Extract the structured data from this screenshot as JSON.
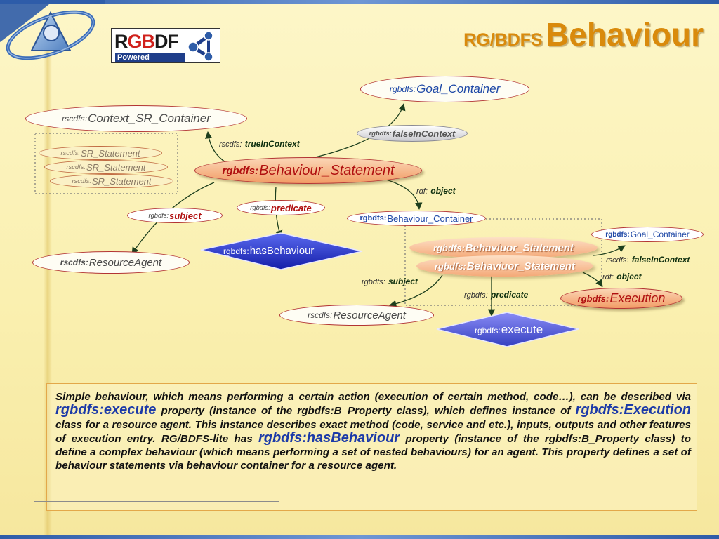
{
  "title": {
    "prefix": "RG/BDFS",
    "main": "Behaviour"
  },
  "logo": {
    "brand_r": "R",
    "brand_g": "GB",
    "brand_df": "DF",
    "powered": "Powered"
  },
  "nodes": {
    "goal_container": {
      "prefix": "rgbdfs:",
      "name": "Goal_Container"
    },
    "context_container": {
      "prefix": "rscdfs:",
      "name": "Context_SR_Container"
    },
    "sr_statement_1": {
      "prefix": "rscdfs:",
      "name": "SR_Statement"
    },
    "sr_statement_2": {
      "prefix": "rscdfs:",
      "name": "SR_Statement"
    },
    "sr_statement_3": {
      "prefix": "rscdfs:",
      "name": "SR_Statement"
    },
    "false_in_context": {
      "prefix": "rgbdfs:",
      "name": "falseInContext"
    },
    "behaviour_statement": {
      "prefix": "rgbdfs:",
      "name": "Behaviour_Statement"
    },
    "subject": {
      "prefix": "rgbdfs:",
      "name": "subject"
    },
    "predicate": {
      "prefix": "rgbdfs:",
      "name": "predicate"
    },
    "has_behaviour": {
      "prefix": "rgbdfs:",
      "name": "hasBehaviour"
    },
    "resource_agent_1": {
      "prefix": "rscdfs:",
      "name": "ResourceAgent"
    },
    "behaviour_container": {
      "prefix": "rgbdfs:",
      "name": "Behaviour_Container"
    },
    "goal_container_2": {
      "prefix": "rgbdfs:",
      "name": "Goal_Container"
    },
    "behaviuor_statement_1": {
      "prefix": "rgbdfs:",
      "name": "Behaviuor_Statement"
    },
    "behaviuor_statement_2": {
      "prefix": "rgbdfs:",
      "name": "Behaviuor_Statement"
    },
    "execution": {
      "prefix": "rgbdfs:",
      "name": "Execution"
    },
    "resource_agent_2": {
      "prefix": "rscdfs:",
      "name": "ResourceAgent"
    },
    "execute": {
      "prefix": "rgbdfs:",
      "name": "execute"
    }
  },
  "edge_labels": {
    "true_in_context": {
      "prefix": "rscdfs:",
      "name": "trueInContext"
    },
    "object_1": {
      "prefix": "rdf:",
      "name": "object"
    },
    "false_in_context_2": {
      "prefix": "rscdfs:",
      "name": "falseInContext"
    },
    "object_2": {
      "prefix": "rdf:",
      "name": "object"
    },
    "subject_2": {
      "prefix": "rgbdfs:",
      "name": "subject"
    },
    "predicate_2": {
      "prefix": "rgbdfs:",
      "name": "predicate"
    }
  },
  "description": {
    "p1": "Simple behaviour, which means performing a certain action (execution of certain method, code…), can be described via ",
    "h1": "rgbdfs:execute",
    "p2": " property (instance of the rgbdfs:B_Property class), which defines instance of ",
    "h2": "rgbdfs:Execution",
    "p3": " class for a resource agent. This instance describes exact method (code, service and etc.), inputs, outputs and other features of execution entry. RG/BDFS-lite has ",
    "h3": "rgbdfs:hasBehaviour",
    "p4": " property (instance of the rgbdfs:B_Property class) to define a complex behaviour (which means performing a set of nested behaviours) for an agent. This property defines a set of behaviour statements via behaviour container for a resource agent."
  }
}
